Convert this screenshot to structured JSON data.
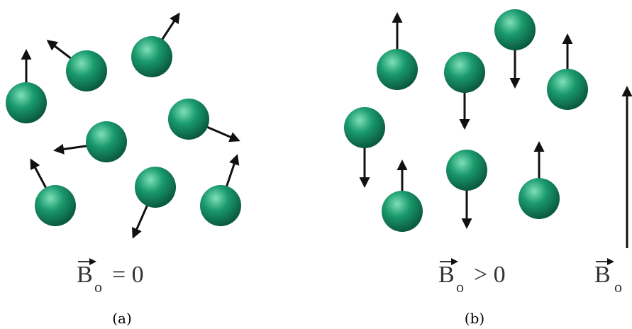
{
  "panel_a": {
    "caption": "(a)",
    "field_label": {
      "symbol": "B",
      "subscript": "o",
      "relation": "= 0"
    },
    "spins": [
      {
        "dir": "up-left"
      },
      {
        "dir": "up"
      },
      {
        "dir": "up-right"
      },
      {
        "dir": "down-right"
      },
      {
        "dir": "left"
      },
      {
        "dir": "up-left"
      },
      {
        "dir": "down-left"
      },
      {
        "dir": "up-right"
      }
    ]
  },
  "panel_b": {
    "caption": "(b)",
    "field_label": {
      "symbol": "B",
      "subscript": "o",
      "relation": "> 0",
      "cropped_subscript": "o"
    },
    "spins": [
      {
        "dir": "up"
      },
      {
        "dir": "down"
      },
      {
        "dir": "down"
      },
      {
        "dir": "up"
      },
      {
        "dir": "down"
      },
      {
        "dir": "up"
      },
      {
        "dir": "down"
      },
      {
        "dir": "up"
      }
    ],
    "field_arrow": "up"
  },
  "colors": {
    "particle_light": "#7fe0b8",
    "particle_mid": "#1a9a6e",
    "particle_dark": "#0a5a3e",
    "arrow": "#111111",
    "text": "#333333"
  }
}
